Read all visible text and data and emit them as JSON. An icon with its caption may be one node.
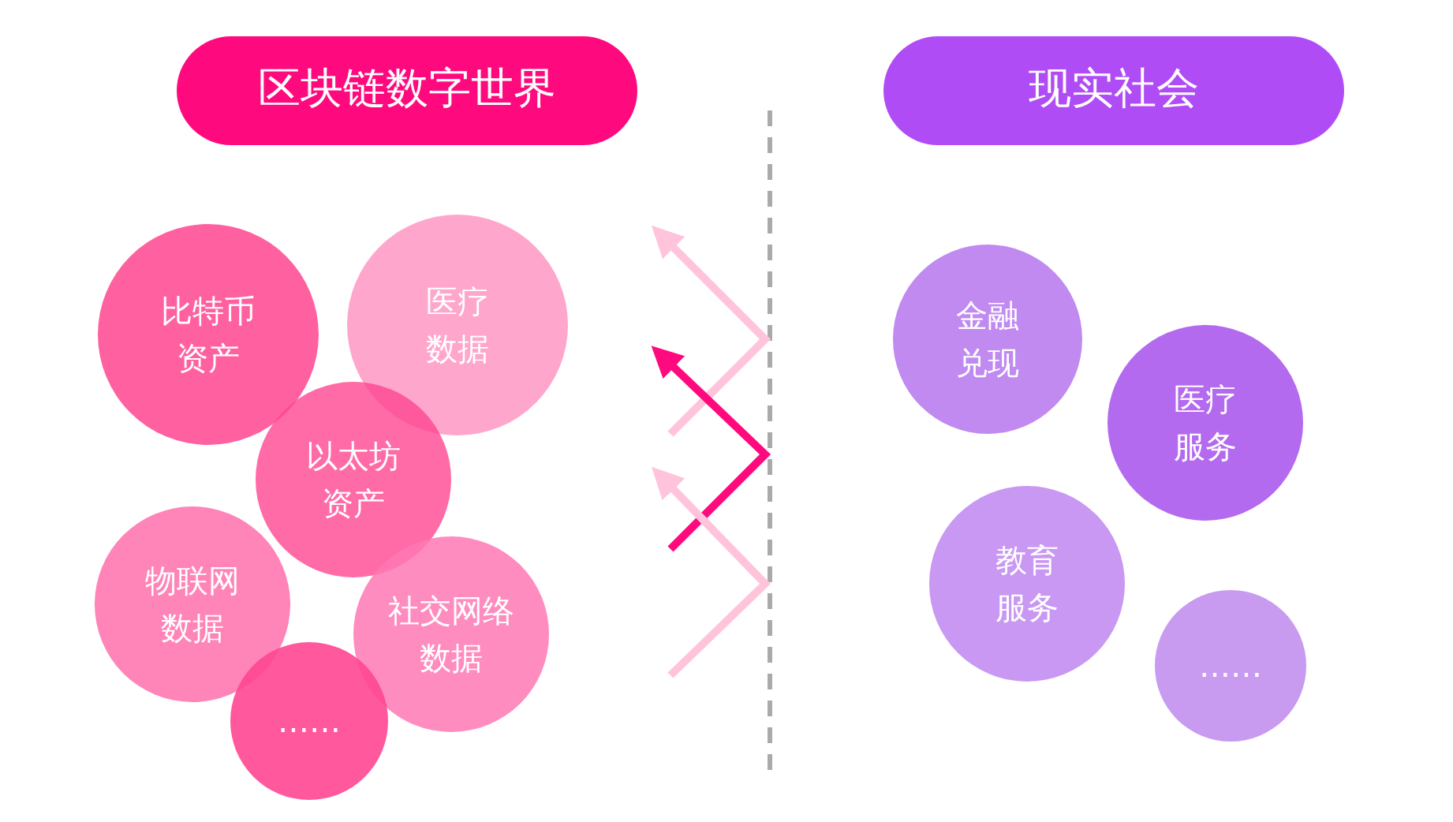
{
  "diagram": {
    "nodes": [
      {
        "text": [
          "区块链数字世界"
        ]
      },
      {
        "text": [
          "现实社会"
        ]
      },
      {
        "text": [
          "比特币资产"
        ]
      },
      {
        "text": [
          "医疗数据"
        ]
      },
      {
        "text": [
          "以太坊资产"
        ]
      },
      {
        "text": [
          "物联网数据"
        ]
      },
      {
        "text": [
          "社交网络数据"
        ]
      },
      {
        "text": [
          "……"
        ]
      },
      {
        "text": [
          "金融兑现"
        ]
      },
      {
        "text": [
          "医疗服务"
        ]
      },
      {
        "text": [
          "教育服务"
        ]
      },
      {
        "text": [
          "……"
        ]
      }
    ],
    "edges": []
  }
}
